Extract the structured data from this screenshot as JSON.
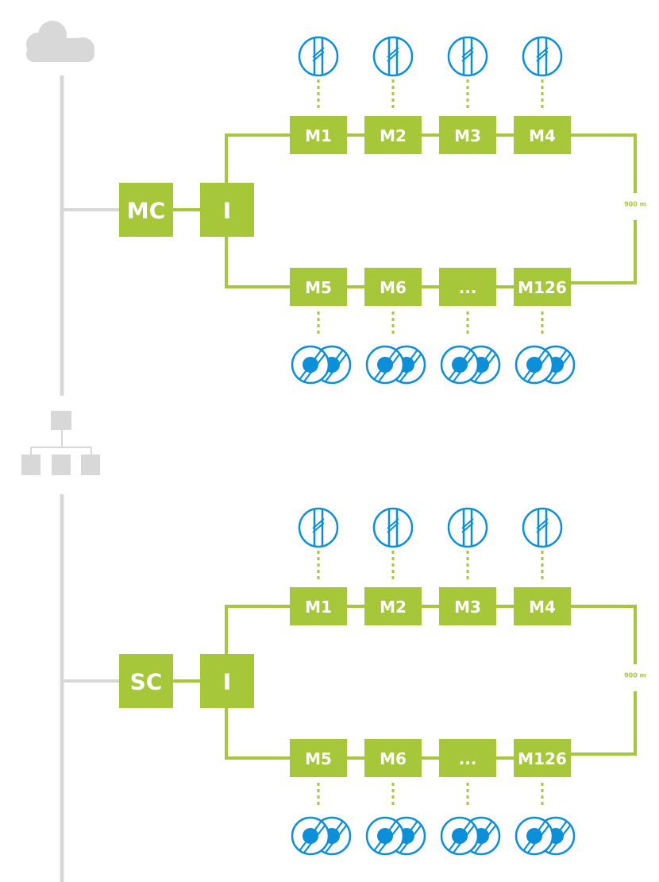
{
  "colors": {
    "accent_green": "#a6c73a",
    "icon_blue": "#0a8fd8",
    "gray": "#d8d8d8"
  },
  "icons": {
    "top": "cloud-icon",
    "middle": "hierarchy-icon",
    "sensor_top": "window-sensor-icon",
    "sensor_bottom": "double-disc-sensor-icon"
  },
  "networks": [
    {
      "controller_label": "MC",
      "interface_label": "I",
      "top_modules": [
        "M1",
        "M2",
        "M3",
        "M4"
      ],
      "bottom_modules": [
        "M5",
        "M6",
        "...",
        "M126"
      ],
      "distance_label": "900 m"
    },
    {
      "controller_label": "SC",
      "interface_label": "I",
      "top_modules": [
        "M1",
        "M2",
        "M3",
        "M4"
      ],
      "bottom_modules": [
        "M5",
        "M6",
        "...",
        "M126"
      ],
      "distance_label": "900 m"
    }
  ]
}
